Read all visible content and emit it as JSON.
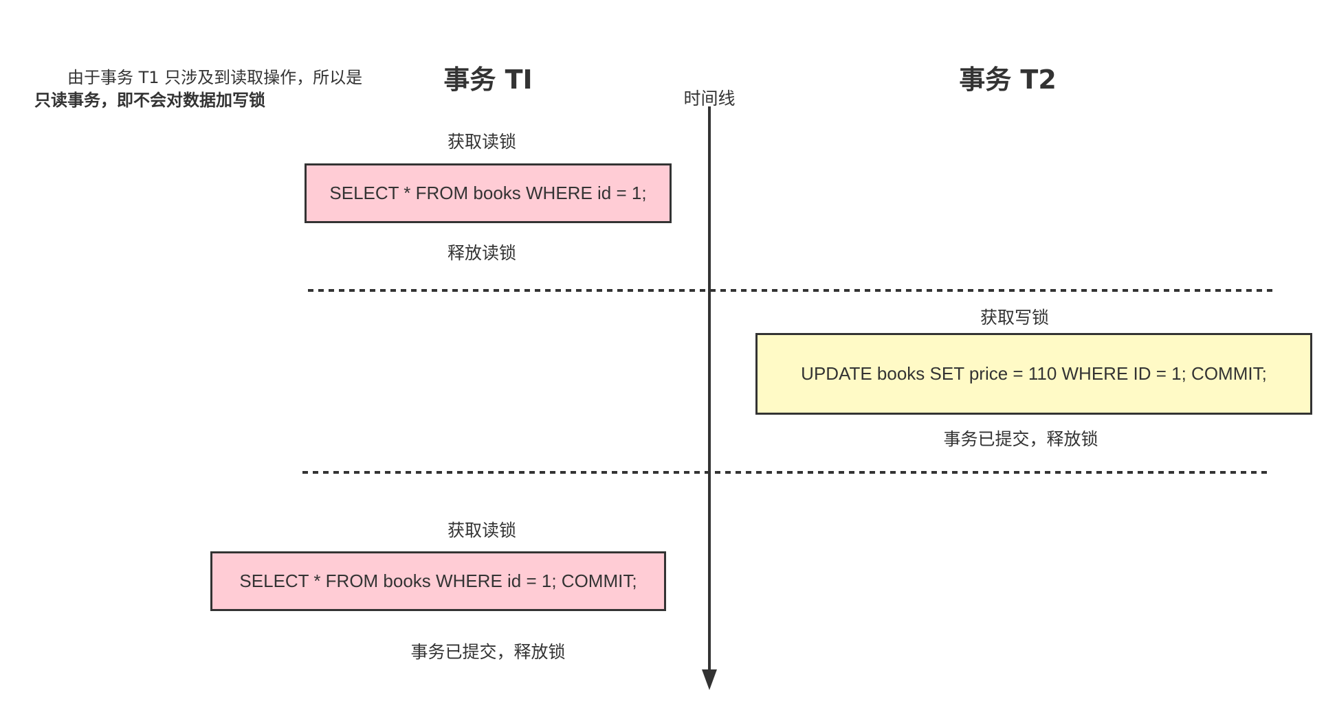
{
  "note": {
    "line1": "由于事务 T1 只涉及到读取操作，所以是",
    "line2": "只读事务，即不会对数据加写锁"
  },
  "headings": {
    "t1": "事务 TI",
    "t2": "事务 T2"
  },
  "timeline": {
    "label": "时间线"
  },
  "t1_step1": {
    "acquire": "获取读锁",
    "sql": "SELECT * FROM books WHERE id = 1;",
    "release": "释放读锁"
  },
  "t2_step": {
    "acquire": "获取写锁",
    "sql": "UPDATE books SET price = 110 WHERE ID = 1; COMMIT;",
    "release": "事务已提交，释放锁"
  },
  "t1_step2": {
    "acquire": "获取读锁",
    "sql": "SELECT * FROM books WHERE id = 1; COMMIT;",
    "release": "事务已提交，释放锁"
  },
  "colors": {
    "read_box": "#ffccd5",
    "write_box": "#fffac6",
    "line": "#333333"
  }
}
